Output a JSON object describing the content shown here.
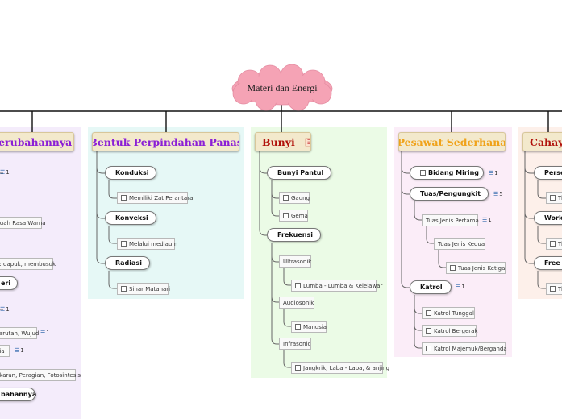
{
  "root": {
    "title": "Materi dan Energi"
  },
  "colors": {
    "cloud": "#f5a3b5",
    "line": "#111111",
    "branch": "#666666",
    "panel_purple": "#f4ecfb",
    "panel_cyan": "#e6f8f6",
    "panel_green": "#ebfbe6",
    "panel_pink": "#fbedf8",
    "panel_orange": "#fdf0ea",
    "cat_purple": "#8b1fd6",
    "cat_orange": "#f0a21a",
    "cat_red": "#b1120c"
  },
  "col1": {
    "title": "Perubahannya",
    "title_count": "1",
    "item1": {
      "count": "1"
    },
    "leaf1": "Buah Rasa Warna",
    "leaf2": "n: dapuk, membusuk",
    "topic2": "eri",
    "item3": {
      "count": "1"
    },
    "leaf3": "Larutan, Wujud",
    "leaf3_count": "1",
    "leaf4": "nia",
    "leaf4_count": "1",
    "leaf5": "akaran, Peragian, Fotosintesis",
    "topic3": "bahannya"
  },
  "col2": {
    "title": "Bentuk Perpindahan Panas",
    "topics": [
      {
        "label": "Konduksi",
        "leaf": "Memiliki Zat Perantara"
      },
      {
        "label": "Konveksi",
        "leaf": "Melalui mediaum"
      },
      {
        "label": "Radiasi",
        "leaf": "Sinar Matahari"
      }
    ]
  },
  "col3": {
    "title": "Bunyi",
    "title_count": "1",
    "t1": "Bunyi Pantul",
    "t1_leaf1": "Gaung",
    "t1_leaf2": "Gema",
    "t2": "Frekuensi",
    "s1": "Ultrasonik",
    "s1_leaf": "Lumba - Lumba & Kelelawar",
    "s2": "Audiosonik",
    "s2_leaf": "Manusia",
    "s3": "Infrasonic",
    "s3_leaf": "Jangkrik, Laba - Laba, & anjing"
  },
  "col4": {
    "title": "Pesawat Sederhana",
    "t1": "Bidang Miring",
    "t1_count": "1",
    "t2": "Tuas/Pengungkit",
    "t2_count": "5",
    "s1": "Tuas Jenis Pertama",
    "s1_count": "1",
    "s2": "Tuas Jenis Kedua",
    "s3": "Tuas Jenis Ketiga",
    "t3": "Katrol",
    "t3_count": "1",
    "l1": "Katrol Tunggal",
    "l2": "Katrol Bergerak",
    "l3": "Katrol Majemuk/Berganda"
  },
  "col5": {
    "title": "Cahaya",
    "t1": "Perse",
    "t2": "Work",
    "t3": "Free",
    "leaf": "Ti"
  }
}
